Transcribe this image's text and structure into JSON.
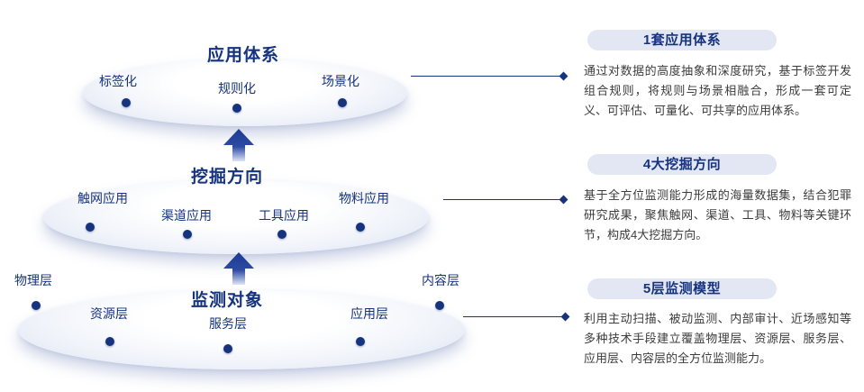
{
  "diagram": {
    "layers": [
      {
        "id": "application",
        "title": "应用体系",
        "items": [
          "标签化",
          "规则化",
          "场景化"
        ]
      },
      {
        "id": "mining",
        "title": "挖掘方向",
        "items": [
          "触网应用",
          "渠道应用",
          "工具应用",
          "物料应用"
        ]
      },
      {
        "id": "monitoring",
        "title": "监测对象",
        "items": [
          "物理层",
          "资源层",
          "服务层",
          "应用层",
          "内容层"
        ]
      }
    ]
  },
  "panels": [
    {
      "title": "1套应用体系",
      "body": "通过对数据的高度抽象和深度研究，基于标签开发组合规则，将规则与场景相融合，形成一套可定义、可评估、可量化、可共享的应用体系。"
    },
    {
      "title": "4大挖掘方向",
      "body": "基于全方位监测能力形成的海量数据集，结合犯罪研究成果，聚焦触网、渠道、工具、物料等关键环节，构成4大挖掘方向。"
    },
    {
      "title": "5层监测模型",
      "body": "利用主动扫描、被动监测、内部审计、近场感知等多种技术手段建立覆盖物理层、资源层、服务层、应用层、内容层的全方位监测能力。"
    }
  ],
  "colors": {
    "navy": "#16337e",
    "pill_bg": "#e3e7f4",
    "body_text": "#3c3c3c"
  }
}
